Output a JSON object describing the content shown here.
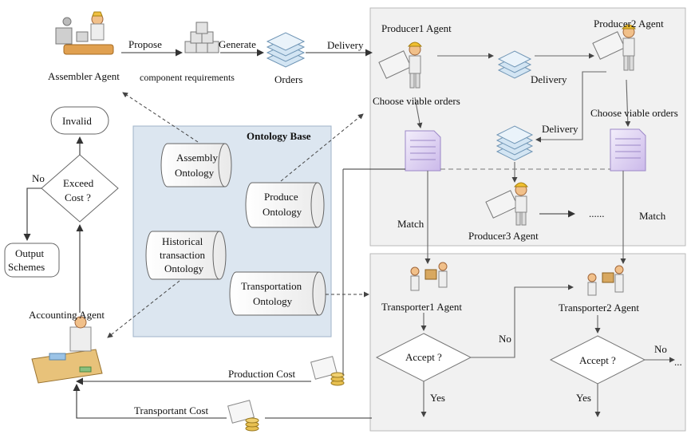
{
  "labels": {
    "assembler": "Assembler Agent",
    "propose": "Propose",
    "generate": "Generate",
    "component_requirements": "component requirements",
    "orders": "Orders",
    "delivery_top": "Delivery",
    "producer1": "Producer1 Agent",
    "producer2": "Producer2 Agent",
    "delivery_p1p2": "Delivery",
    "choose_viable_1": "Choose  viable orders",
    "choose_viable_2": "Choose  viable orders",
    "delivery_p3": "Delivery",
    "producer3": "Producer3 Agent",
    "ellipsis": "......",
    "match1": "Match",
    "match2": "Match",
    "invalid": "Invalid",
    "no_left": "No",
    "exceed_line1": "Exceed",
    "exceed_line2": "Cost ?",
    "output_line1": "Output",
    "output_line2": "Schemes",
    "ontology_base": "Ontology Base",
    "assembly_ont_1": "Assembly",
    "assembly_ont_2": "Ontology",
    "produce_ont_1": "Produce",
    "produce_ont_2": "Ontology",
    "hist_1": "Historical",
    "hist_2": "transaction",
    "hist_3": "Ontology",
    "trans_ont_1": "Transportation",
    "trans_ont_2": "Ontology",
    "accounting": "Accounting Agent",
    "transporter1": "Transporter1 Agent",
    "transporter2": "Transporter2 Agent",
    "accept1": "Accept ?",
    "accept2": "Accept ?",
    "no_mid": "No",
    "no_right": "No",
    "ellipsis_right": "...",
    "yes1": "Yes",
    "yes2": "Yes",
    "production_cost": "Production Cost",
    "transportant_cost": "Transportant Cost"
  },
  "colors": {
    "ontology_panel": "#dfe8f1",
    "region_panel": "#f0f0f0",
    "document": "#e6dcf5",
    "document_stroke": "#9c88c7",
    "orders_stack": "#cfe3f2"
  },
  "icons": {
    "assembler": "assembler-icon",
    "blocks": "component-blocks-icon",
    "orders": "orders-stack-icon",
    "producer": "producer-worker-icon",
    "transporter": "transporter-people-icon",
    "accounting": "accounting-desk-icon",
    "cost": "cost-coins-icon",
    "document": "order-document-icon"
  }
}
